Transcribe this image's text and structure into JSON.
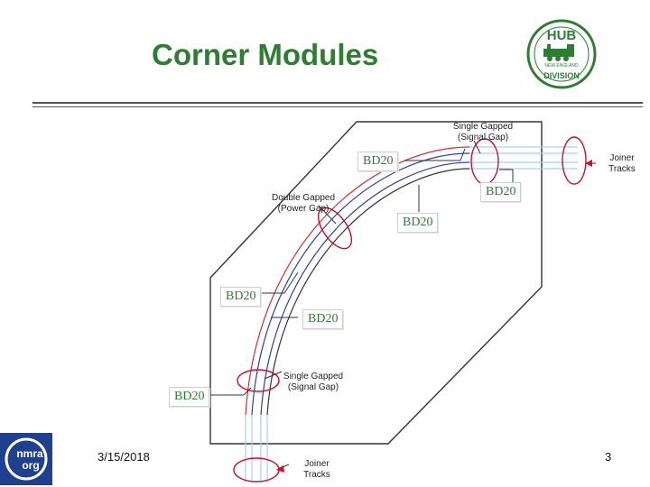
{
  "slide": {
    "title": "Corner Modules",
    "date": "3/15/2018",
    "page_number": "3"
  },
  "logos": {
    "hub": {
      "top_text": "HUB",
      "middle_text": "NEW ENGLAND",
      "bottom_text": "DIVISION",
      "color": "#2e7d32"
    },
    "nmra": {
      "top_text": "nmra",
      "bottom_text": "org",
      "color": "#1f3f8f"
    }
  },
  "annotations": {
    "single_gap_top": "Single Gapped (Signal Gap)",
    "joiner_right": "Joiner Tracks",
    "double_gap": "Double Gapped (Power Gap)",
    "single_gap_bottom": "Single Gapped (Signal Gap)",
    "joiner_bottom": "Joiner Tracks"
  },
  "bd_labels": [
    "BD20",
    "BD20",
    "BD20",
    "BD20",
    "BD20",
    "BD20"
  ],
  "colors": {
    "title": "#2e7d32",
    "rail_red": "#d03030",
    "rail_blue": "#2a3fa8",
    "joiner_light": "#a9cfe6",
    "gap_marker": "#c8102e"
  }
}
